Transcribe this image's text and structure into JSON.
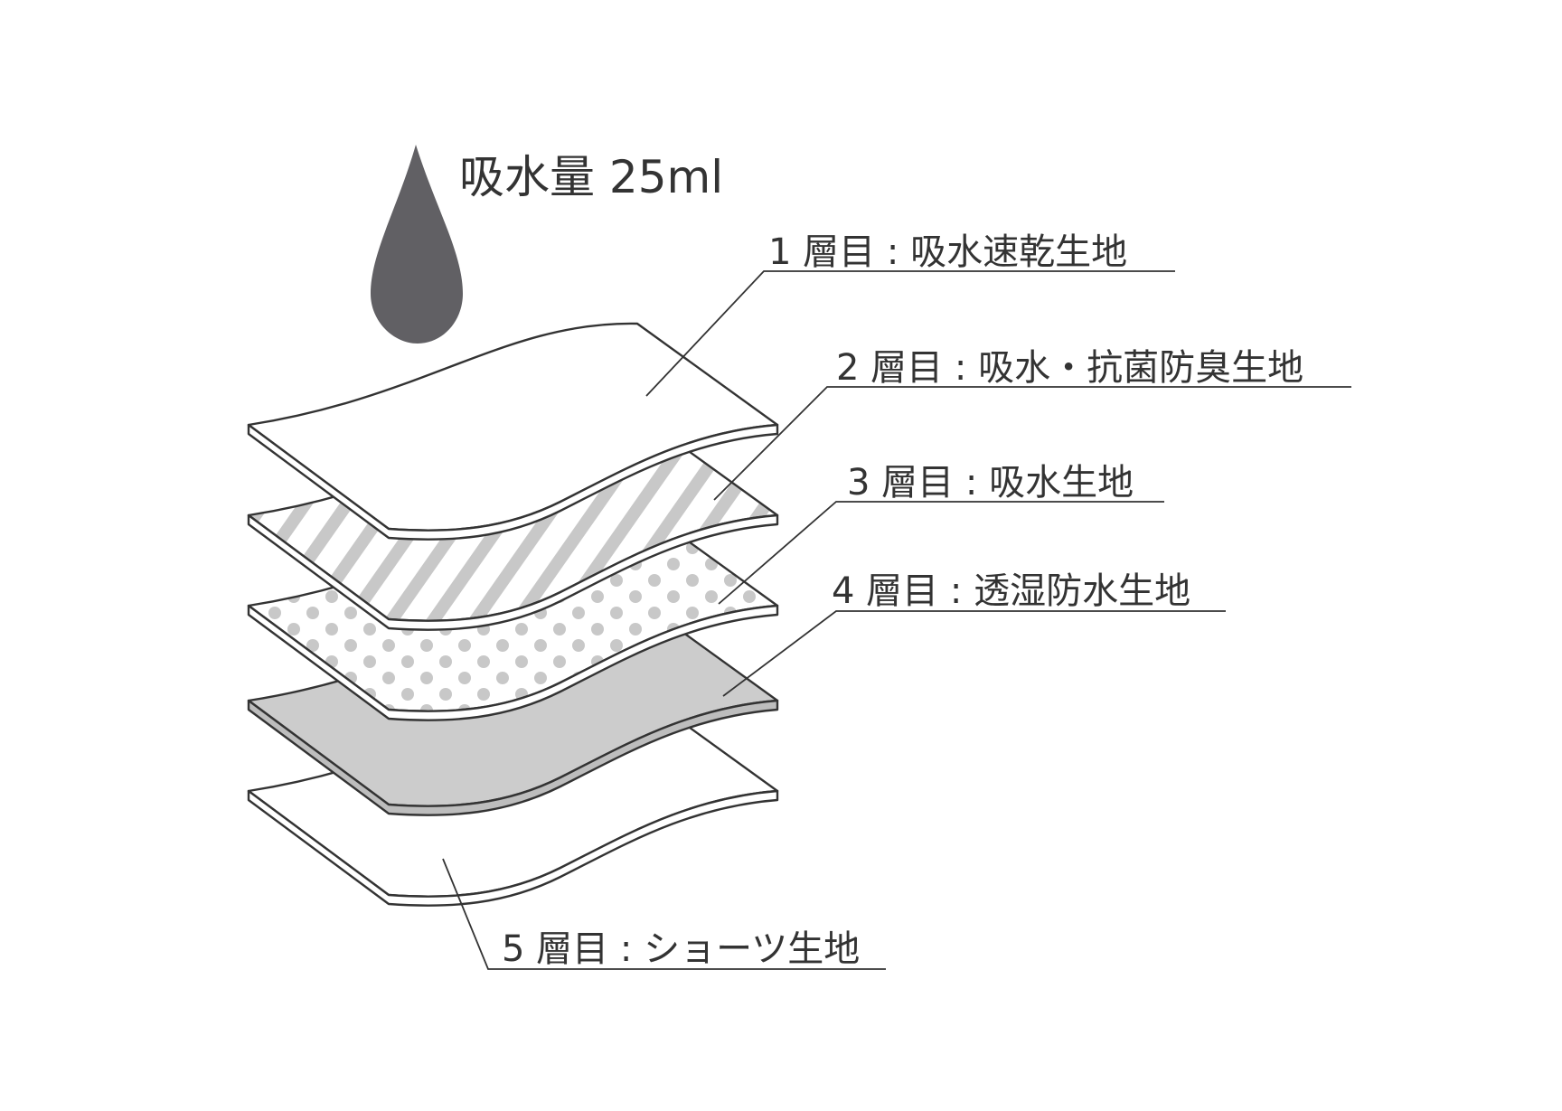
{
  "header": {
    "absorption_label": "吸水量 25ml"
  },
  "layers": [
    {
      "label": "1 層目 : 吸水速乾生地",
      "fill": "#ffffff",
      "pattern": "none"
    },
    {
      "label": "2 層目 : 吸水・抗菌防臭生地",
      "fill": "#ffffff",
      "pattern": "stripes"
    },
    {
      "label": "3 層目 : 吸水生地",
      "fill": "#ffffff",
      "pattern": "dots"
    },
    {
      "label": "4 層目 : 透湿防水生地",
      "fill": "#cccccc",
      "pattern": "none"
    },
    {
      "label": "5 層目 : ショーツ生地",
      "fill": "#ffffff",
      "pattern": "none"
    }
  ],
  "colors": {
    "drop": "#616064",
    "line": "#333333",
    "pattern": "#c8c8c8",
    "waterproof_fill": "#cccccc"
  },
  "icons": {
    "drop": "water-drop-icon"
  }
}
